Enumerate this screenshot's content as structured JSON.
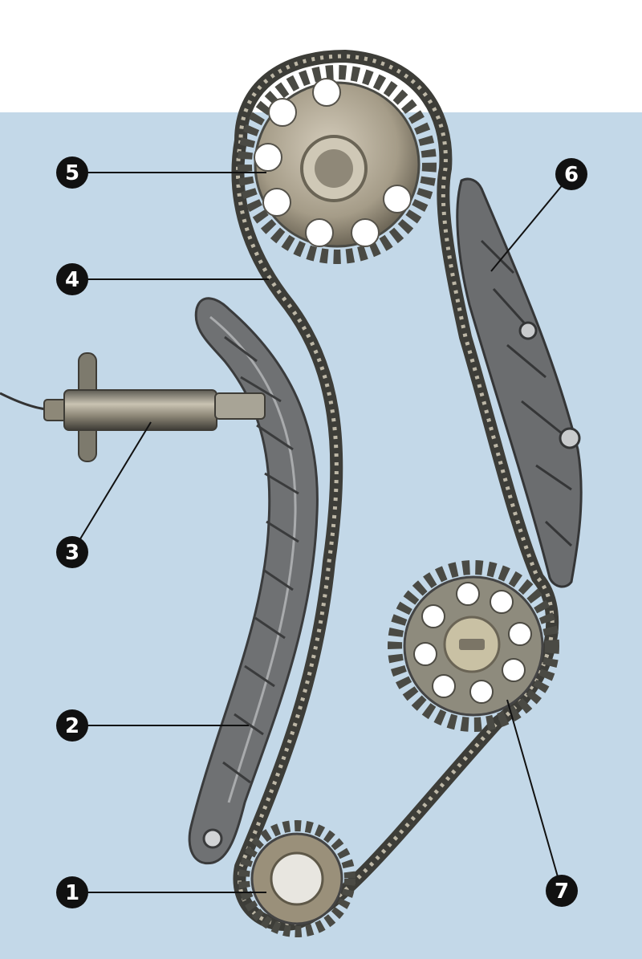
{
  "colors": {
    "panel_background": "#c3d8e8",
    "page_background": "#ffffff",
    "metal_light": "#b5ad9c",
    "metal_dark": "#4a4a44",
    "plastic_guide": "#6f7173",
    "callout_marker": "#111111",
    "leader_line": "#111111"
  },
  "callouts": [
    {
      "label": "1",
      "part": "crankshaft-sprocket"
    },
    {
      "label": "2",
      "part": "chain-guide-left"
    },
    {
      "label": "3",
      "part": "chain-tensioner"
    },
    {
      "label": "4",
      "part": "timing-chain"
    },
    {
      "label": "5",
      "part": "camshaft-sprocket"
    },
    {
      "label": "6",
      "part": "chain-guide-right"
    },
    {
      "label": "7",
      "part": "intermediate-sprocket"
    }
  ]
}
